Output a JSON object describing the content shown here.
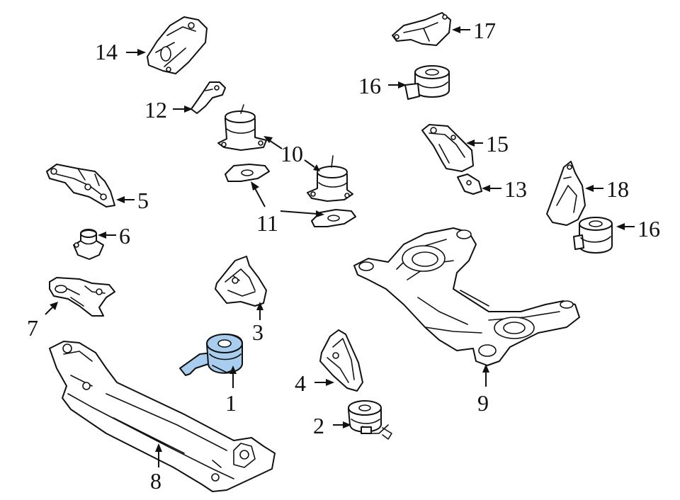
{
  "callouts": {
    "c1": "1",
    "c2": "2",
    "c3": "3",
    "c4": "4",
    "c5": "5",
    "c6": "6",
    "c7": "7",
    "c8": "8",
    "c9": "9",
    "c10": "10",
    "c11": "11",
    "c12": "12",
    "c13": "13",
    "c14": "14",
    "c15": "15",
    "c16a": "16",
    "c16b": "16",
    "c17": "17",
    "c18": "18"
  },
  "colors": {
    "highlight_fill": "#a9cdee",
    "line": "#111111",
    "background": "#ffffff"
  }
}
